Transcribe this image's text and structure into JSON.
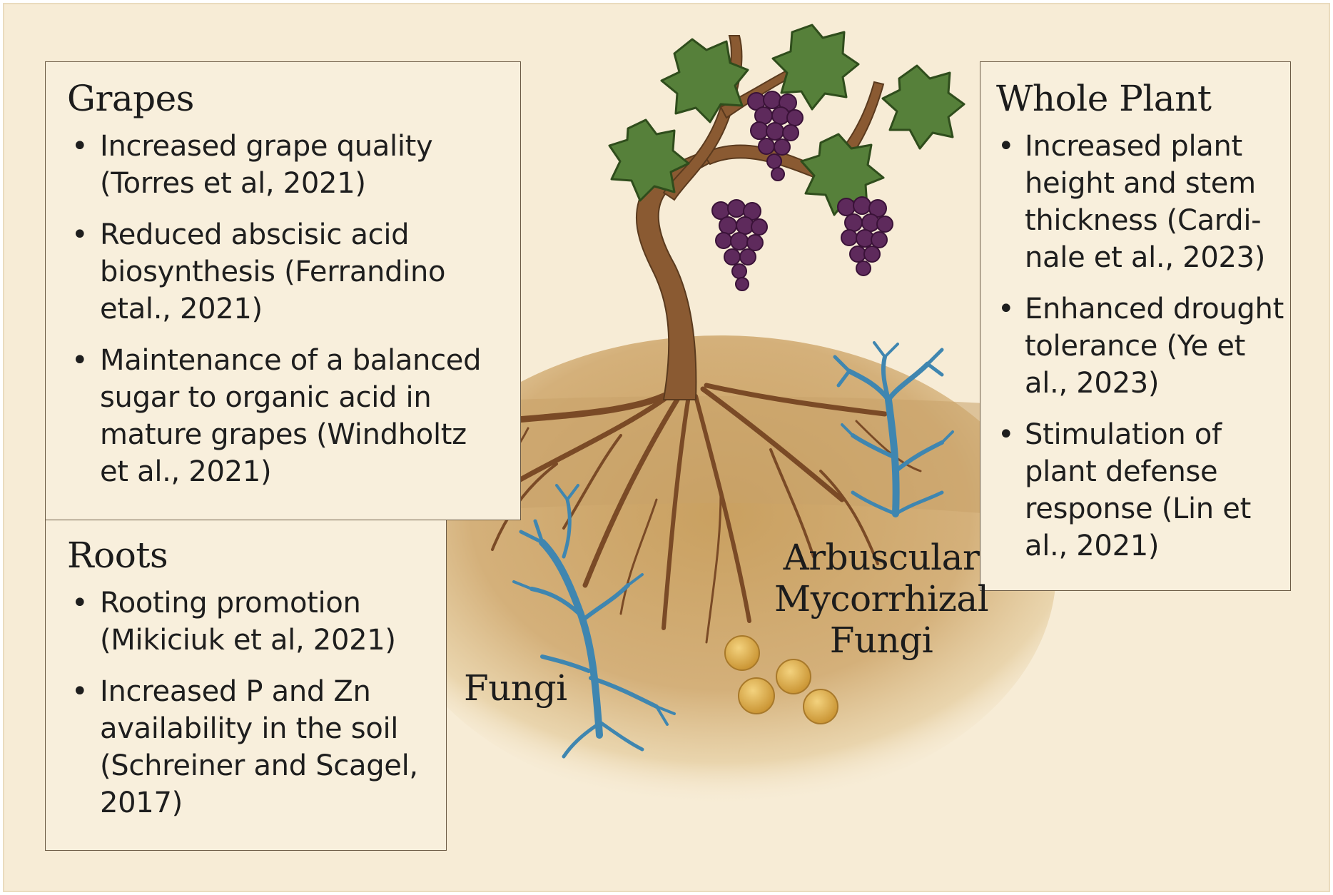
{
  "panels": {
    "grapes": {
      "title": "Grapes",
      "items": [
        "Increased grape quality (Torres et al, 2021)",
        "Reduced abscisic acid biosynthesis (Ferrandino etal., 2021)",
        "Maintenance of a balanced sugar to organic acid in mature grapes (Windholtz et al., 2021)"
      ]
    },
    "roots": {
      "title": "Roots",
      "items": [
        "Rooting promotion (Mikiciuk et al, 2021)",
        "Increased P and Zn availability in the soil (Schreiner and Scagel, 2017)"
      ]
    },
    "whole_plant": {
      "title": "Whole Plant",
      "items": [
        "Increased plant height and stem thickness (Cardi-nale et al., 2023)",
        "Enhanced drought tolerance (Ye et al., 2023)",
        "Stimulation of plant defense response (Lin et al., 2021)"
      ]
    }
  },
  "labels": {
    "fungi": "Fungi",
    "amf_line1": "Arbuscular",
    "amf_line2": "Mycorrhizal",
    "amf_line3": "Fungi"
  },
  "colors": {
    "background": "#f7ecd6",
    "soil": "#c9a36a",
    "trunk": "#8a5a32",
    "leaf": "#4f7a2e",
    "grape": "#5a2458",
    "hyphae": "#3f86b0",
    "spore": "#e2b14e"
  }
}
